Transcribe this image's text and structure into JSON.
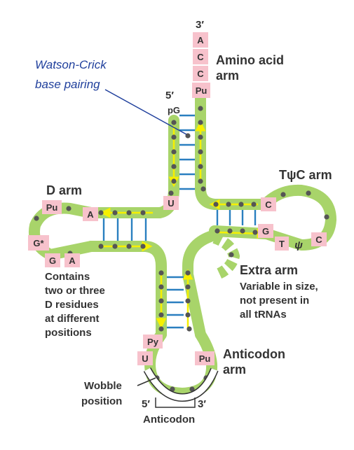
{
  "labels": {
    "watson_crick_line1": "Watson-Crick",
    "watson_crick_line2": "base pairing",
    "three_prime_top": "3′",
    "five_prime_top": "5′",
    "amino_acid_line1": "Amino acid",
    "amino_acid_line2": "arm",
    "d_arm": "D arm",
    "tpsic_arm": "TψC arm",
    "contains_line1": "Contains",
    "contains_line2": "two or three",
    "contains_line3": "D residues",
    "contains_line4": "at different",
    "contains_line5": "positions",
    "extra_arm": "Extra arm",
    "variable_line1": "Variable in size,",
    "variable_line2": "not present in",
    "variable_line3": "all tRNAs",
    "anticodon_arm_line1": "Anticodon",
    "anticodon_arm_line2": "arm",
    "wobble_line1": "Wobble",
    "wobble_line2": "position",
    "five_prime_bottom": "5′",
    "three_prime_bottom": "3′",
    "anticodon": "Anticodon"
  },
  "nucleotides": {
    "acceptor_3": [
      "A",
      "C",
      "C"
    ],
    "pu_acceptor": "Pu",
    "pg": "pG",
    "d_a": "A",
    "d_pu": "Pu",
    "d_gstar": "G*",
    "d_g": "G",
    "d_a2": "A",
    "u_junction": "U",
    "t_c": "C",
    "t_g": "G",
    "t_t": "T",
    "t_psi": "ψ",
    "t_c2": "C",
    "ac_py": "Py",
    "ac_u": "U",
    "ac_pu": "Pu"
  },
  "colors": {
    "backbone": "#a8d46a",
    "arrow": "#f6f000",
    "pair": "#2a7fc0",
    "nucleotide_box": "#f7c2cc",
    "annotation": "#1f3f9c",
    "dot": "#555555",
    "text": "#333333"
  }
}
